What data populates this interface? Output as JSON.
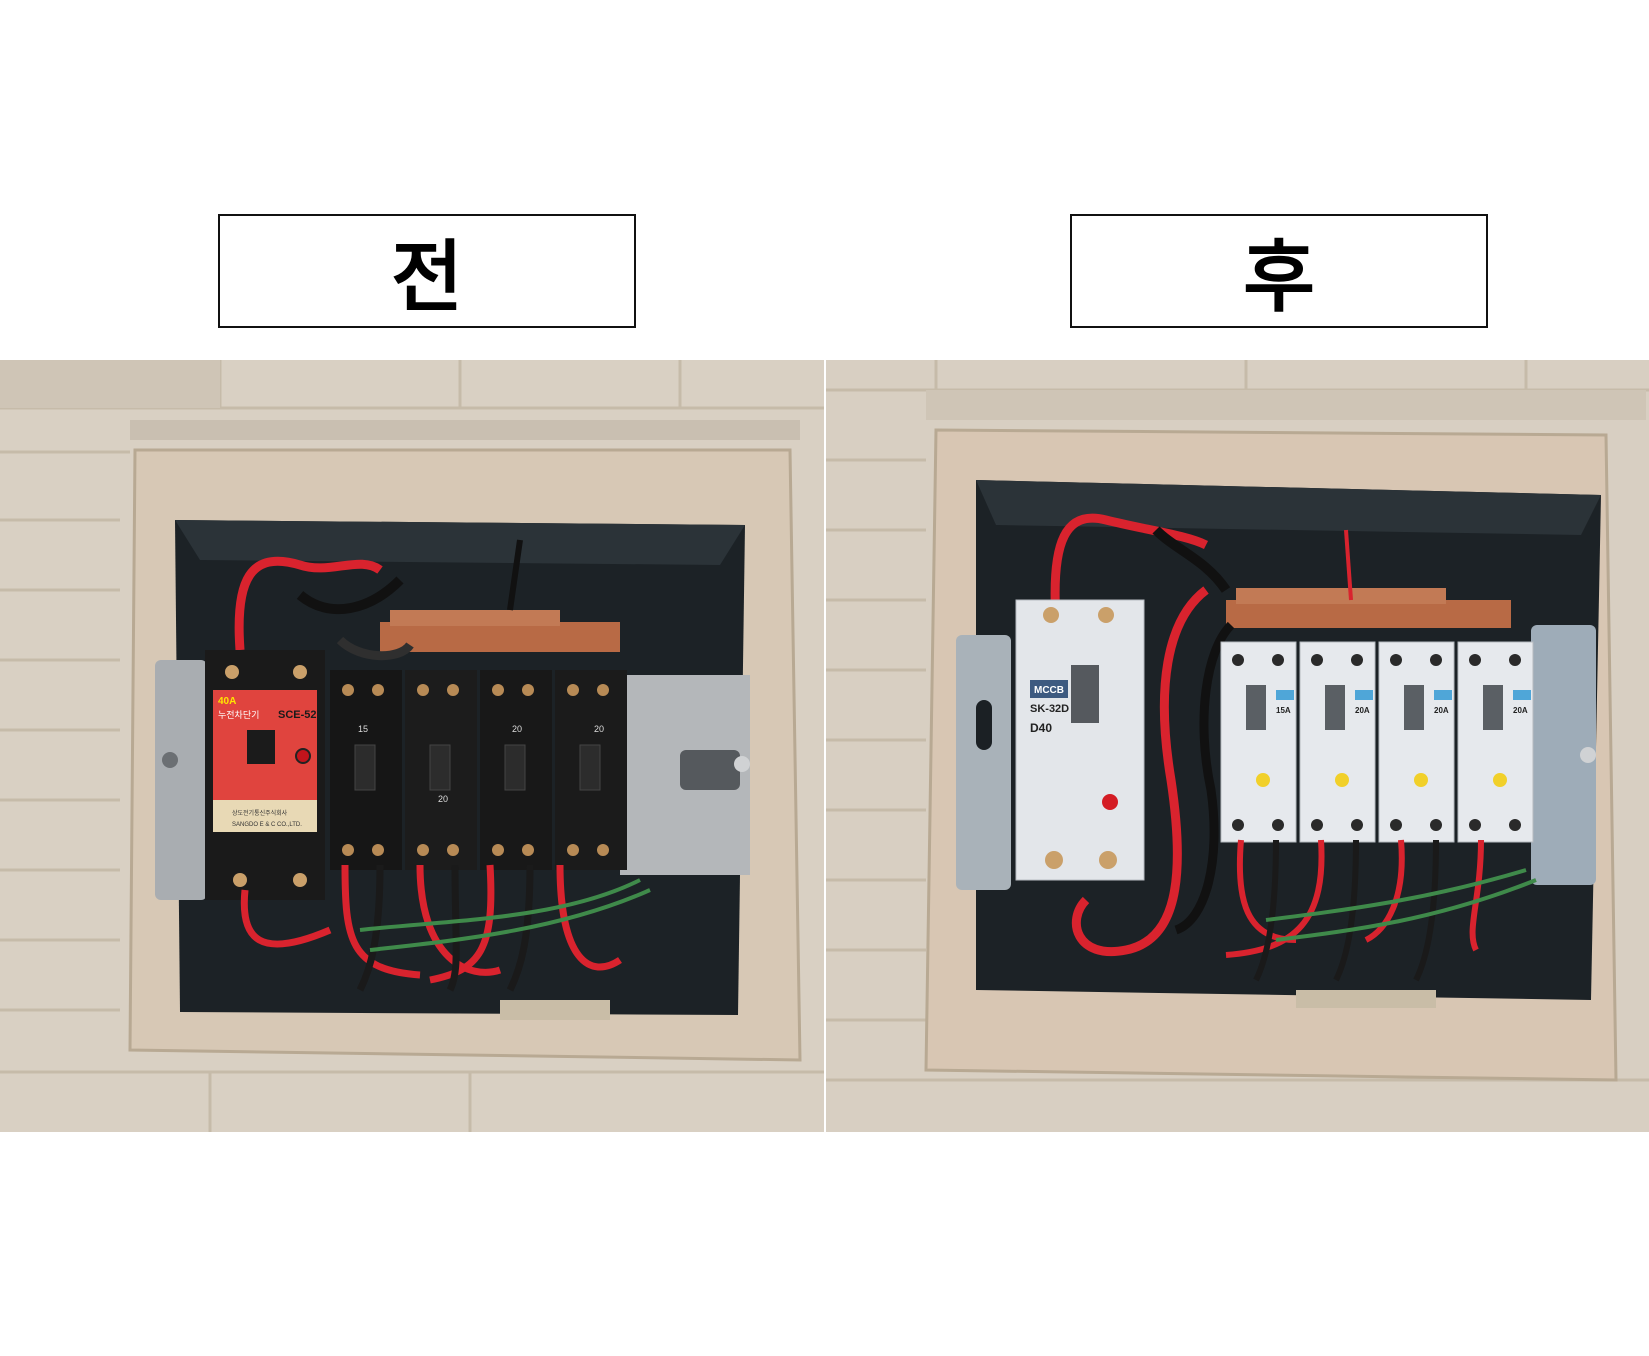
{
  "labels": {
    "before": "전",
    "after": "후"
  },
  "before_panel": {
    "main_breaker": {
      "rating": "40A",
      "name": "누전차단기",
      "model": "SCE-52",
      "maker": "상도전기통신주식회사",
      "maker_en": "SANGDO E & C CO.,LTD."
    },
    "branch_breaker_ratings": [
      "15",
      "20",
      "20",
      "20"
    ]
  },
  "after_panel": {
    "main_breaker": {
      "tag": "MCCB",
      "model": "SK-32D",
      "rating": "D40"
    },
    "branch_breakers": [
      {
        "rating": "15A"
      },
      {
        "rating": "20A"
      },
      {
        "rating": "20A"
      },
      {
        "rating": "20A"
      }
    ]
  },
  "colors": {
    "wall": "#d8cfc2",
    "box_interior": "#1c2226",
    "old_breaker_case": "#1a1a1a",
    "old_main_label": "#e0443e",
    "new_breaker_case": "#e7eaee",
    "busbar": "#b86a45",
    "wire_red": "#d9232e",
    "wire_green": "#3f8a4a",
    "test_button_yellow": "#f1d02a"
  }
}
